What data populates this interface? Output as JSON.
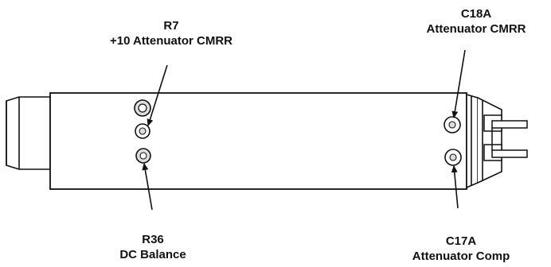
{
  "callouts": {
    "r7": {
      "ref": "R7",
      "name": "+10 Attenuator CMRR"
    },
    "c18a": {
      "ref": "C18A",
      "name": "Attenuator CMRR"
    },
    "r36": {
      "ref": "R36",
      "name": "DC Balance"
    },
    "c17a": {
      "ref": "C17A",
      "name": "Attenuator Comp"
    }
  },
  "colors": {
    "line": "#111111",
    "fill": "#ffffff",
    "shade": "#dddddd"
  }
}
